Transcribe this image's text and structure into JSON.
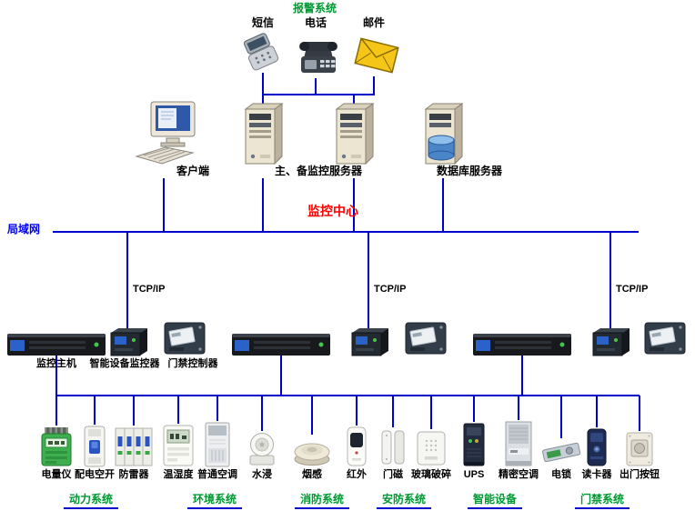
{
  "colors": {
    "connector_line": "#0000CC",
    "alarm_title": "#009933",
    "group_label": "#009933",
    "center_label": "#FF0000",
    "lan_label": "#0000EE"
  },
  "alarm": {
    "title": "报警系统",
    "items": [
      {
        "label": "短信",
        "icon": "mobile-phone"
      },
      {
        "label": "电话",
        "icon": "telephone"
      },
      {
        "label": "邮件",
        "icon": "envelope"
      }
    ]
  },
  "lan": {
    "label": "局域网"
  },
  "center": {
    "label": "监控中心"
  },
  "servers": {
    "client": {
      "label": "客户端",
      "icon": "client-computer"
    },
    "monitor": {
      "label": "主、备监控服务器",
      "icon": "server-tower-pair"
    },
    "database": {
      "label": "数据库服务器",
      "icon": "database-server"
    }
  },
  "tcpip_labels": [
    "TCP/IP",
    "TCP/IP",
    "TCP/IP"
  ],
  "controllers": {
    "host_label": "监控主机",
    "device_monitor_label": "智能设备监控器",
    "access_controller_label": "门禁控制器"
  },
  "devices": [
    {
      "label": "电量仪",
      "icon": "power-meter"
    },
    {
      "label": "配电空开",
      "icon": "circuit-breaker"
    },
    {
      "label": "防雷器",
      "icon": "surge-protector"
    },
    {
      "label": "温湿度",
      "icon": "temp-humidity-sensor"
    },
    {
      "label": "普通空调",
      "icon": "standard-ac"
    },
    {
      "label": "水浸",
      "icon": "water-leak-sensor"
    },
    {
      "label": "烟感",
      "icon": "smoke-detector"
    },
    {
      "label": "红外",
      "icon": "infrared-sensor"
    },
    {
      "label": "门磁",
      "icon": "door-magnet"
    },
    {
      "label": "玻璃破碎",
      "icon": "glass-break-sensor"
    },
    {
      "label": "UPS",
      "icon": "ups"
    },
    {
      "label": "精密空调",
      "icon": "precision-ac"
    },
    {
      "label": "电锁",
      "icon": "electric-lock"
    },
    {
      "label": "读卡器",
      "icon": "card-reader"
    },
    {
      "label": "出门按钮",
      "icon": "exit-button"
    }
  ],
  "groups": [
    {
      "label": "动力系统"
    },
    {
      "label": "环境系统"
    },
    {
      "label": "消防系统"
    },
    {
      "label": "安防系统"
    },
    {
      "label": "智能设备"
    },
    {
      "label": "门禁系统"
    }
  ]
}
